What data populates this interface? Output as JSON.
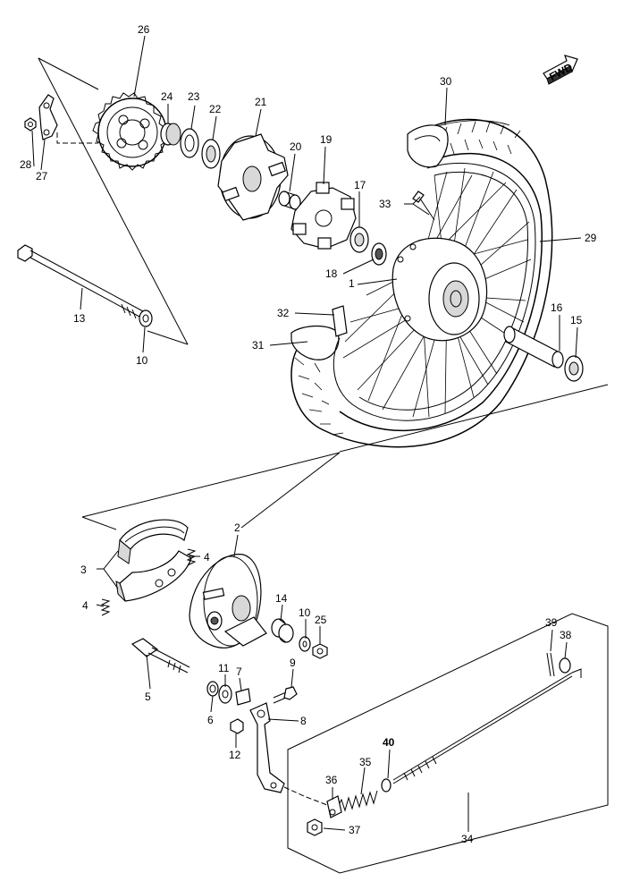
{
  "fwd_label": "FWD",
  "callouts": [
    {
      "id": "c26",
      "text": "26"
    },
    {
      "id": "c24",
      "text": "24"
    },
    {
      "id": "c23",
      "text": "23"
    },
    {
      "id": "c22",
      "text": "22"
    },
    {
      "id": "c21",
      "text": "21"
    },
    {
      "id": "c20",
      "text": "20"
    },
    {
      "id": "c19",
      "text": "19"
    },
    {
      "id": "c17",
      "text": "17"
    },
    {
      "id": "c18",
      "text": "18"
    },
    {
      "id": "c28",
      "text": "28"
    },
    {
      "id": "c27",
      "text": "27"
    },
    {
      "id": "c13",
      "text": "13"
    },
    {
      "id": "c10a",
      "text": "10"
    },
    {
      "id": "c30",
      "text": "30"
    },
    {
      "id": "c33",
      "text": "33"
    },
    {
      "id": "c29",
      "text": "29"
    },
    {
      "id": "c1",
      "text": "1"
    },
    {
      "id": "c32",
      "text": "32"
    },
    {
      "id": "c31",
      "text": "31"
    },
    {
      "id": "c16",
      "text": "16"
    },
    {
      "id": "c15",
      "text": "15"
    },
    {
      "id": "c2",
      "text": "2"
    },
    {
      "id": "c3",
      "text": "3"
    },
    {
      "id": "c4a",
      "text": "4"
    },
    {
      "id": "c4b",
      "text": "4"
    },
    {
      "id": "c14",
      "text": "14"
    },
    {
      "id": "c10b",
      "text": "10"
    },
    {
      "id": "c25",
      "text": "25"
    },
    {
      "id": "c9",
      "text": "9"
    },
    {
      "id": "c11",
      "text": "11"
    },
    {
      "id": "c7",
      "text": "7"
    },
    {
      "id": "c5",
      "text": "5"
    },
    {
      "id": "c6",
      "text": "6"
    },
    {
      "id": "c8",
      "text": "8"
    },
    {
      "id": "c12",
      "text": "12"
    },
    {
      "id": "c39",
      "text": "39"
    },
    {
      "id": "c38",
      "text": "38"
    },
    {
      "id": "c40",
      "text": "40"
    },
    {
      "id": "c35",
      "text": "35"
    },
    {
      "id": "c36",
      "text": "36"
    },
    {
      "id": "c37",
      "text": "37"
    },
    {
      "id": "c34",
      "text": "34"
    }
  ]
}
